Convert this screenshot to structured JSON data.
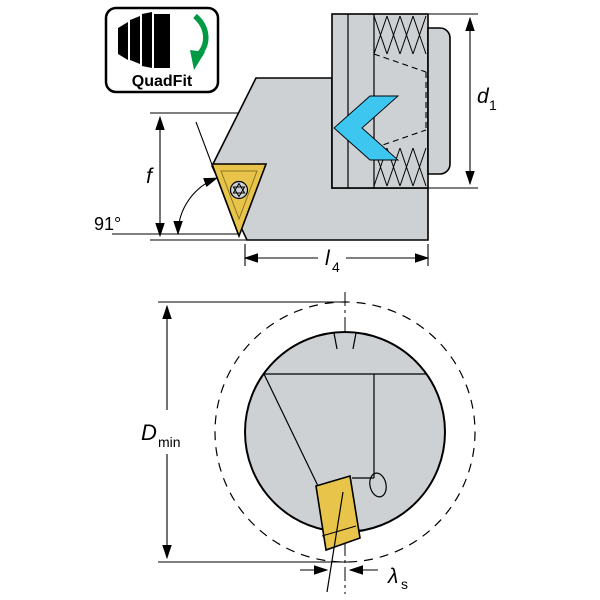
{
  "badge": {
    "label": "QuadFit"
  },
  "side_view": {
    "d1": {
      "main": "d",
      "sub": "1"
    },
    "f": "f",
    "angle": "91°",
    "l4": {
      "main": "l",
      "sub": "4"
    }
  },
  "front_view": {
    "dmin": {
      "main": "D",
      "sub": "min"
    },
    "lambda": {
      "main": "λ",
      "sub": "s"
    }
  },
  "colors": {
    "body": "#cdd1d4",
    "insert": "#e9c44a",
    "highlight": "#3cc6f0",
    "green": "#009a44",
    "line": "#000000"
  }
}
